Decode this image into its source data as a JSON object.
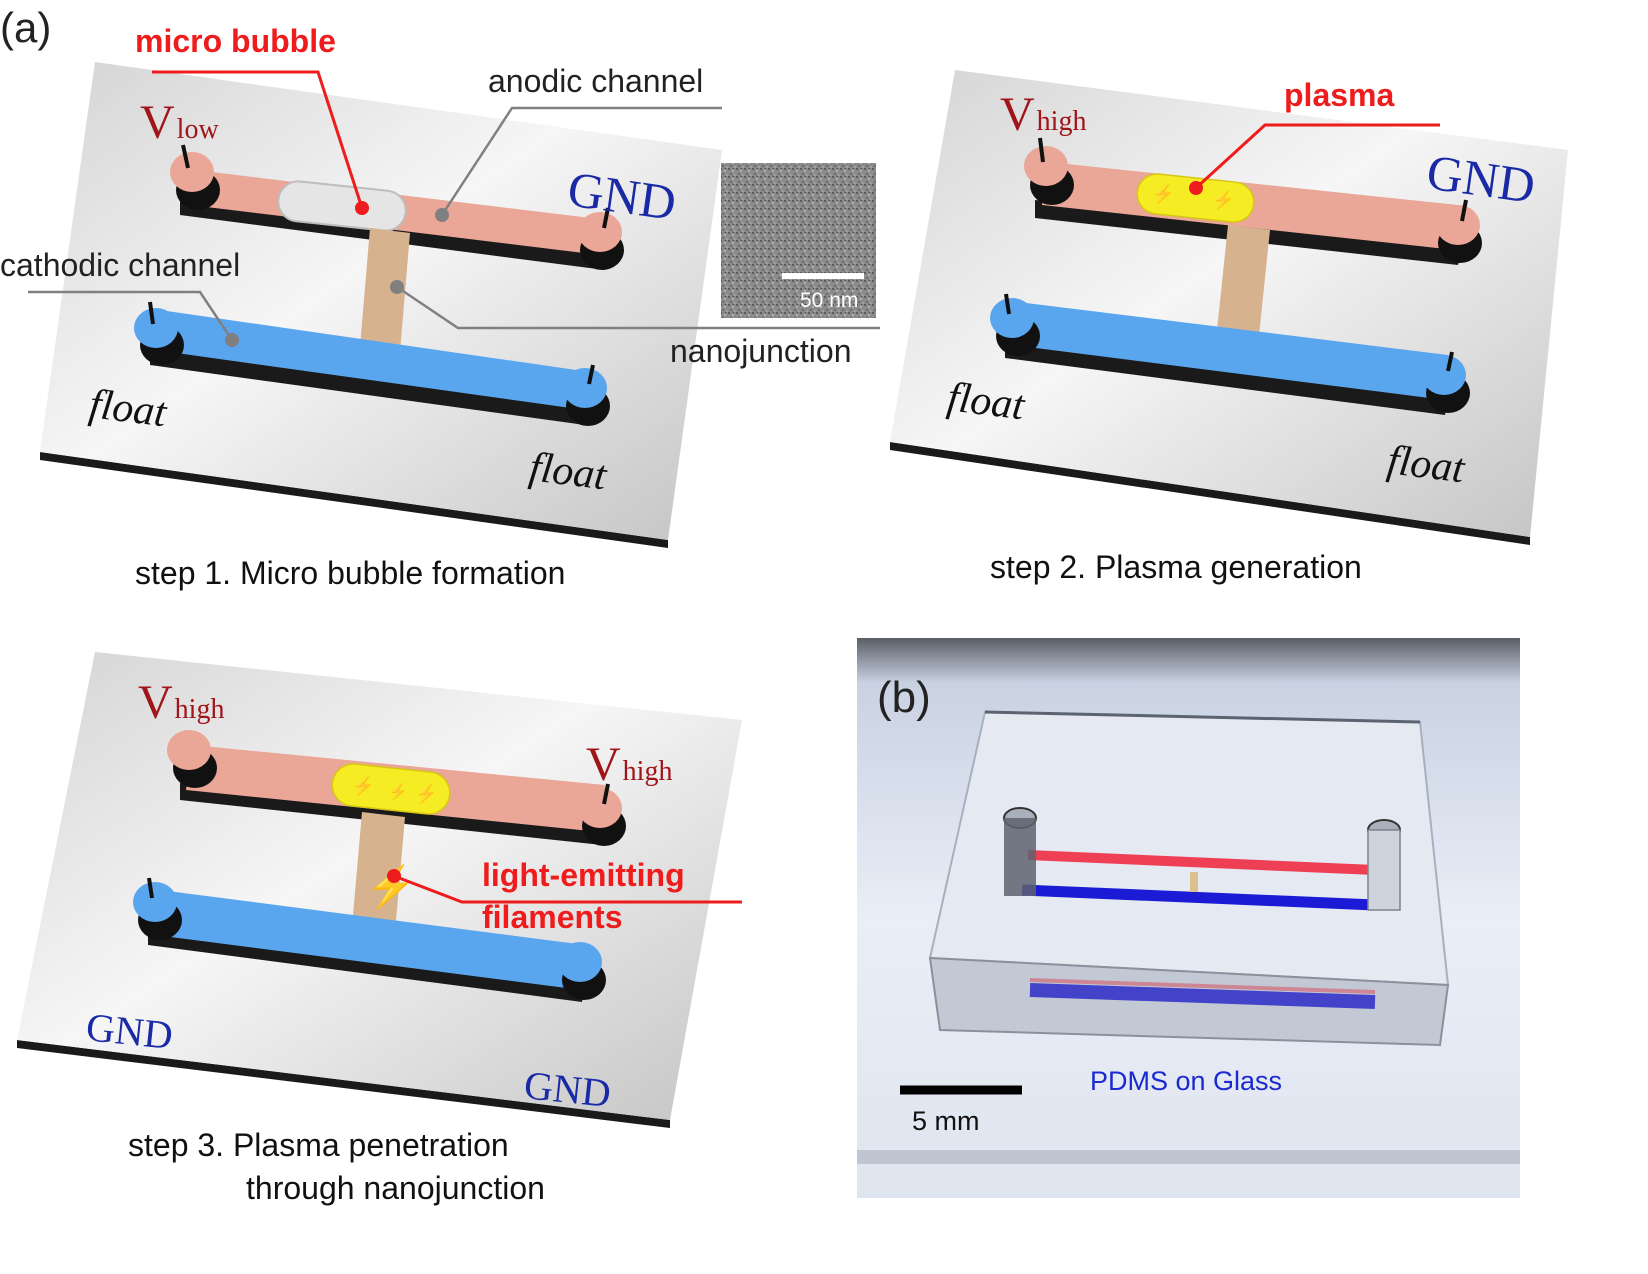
{
  "panel_a_label": "(a)",
  "panel_b_label": "(b)",
  "step1": {
    "caption": "step 1. Micro bubble formation",
    "v_main": "V",
    "v_sub": "low",
    "gnd": "GND",
    "float_left": "float",
    "float_right": "float",
    "micro_bubble": "micro bubble",
    "anodic_channel": "anodic channel",
    "cathodic_channel": "cathodic channel",
    "nanojunction": "nanojunction",
    "scale_bar": "50 nm"
  },
  "step2": {
    "caption": "step 2. Plasma generation",
    "v_main": "V",
    "v_sub": "high",
    "gnd": "GND",
    "float_left": "float",
    "float_right": "float",
    "plasma": "plasma"
  },
  "step3": {
    "caption_line1": "step 3. Plasma penetration",
    "caption_line2": "through nanojunction",
    "v_left_main": "V",
    "v_left_sub": "high",
    "v_right_main": "V",
    "v_right_sub": "high",
    "gnd_left": "GND",
    "gnd_right": "GND",
    "filaments_line1": "light-emitting",
    "filaments_line2": "filaments"
  },
  "photo": {
    "label": "PDMS on Glass",
    "scale_bar": "5 mm"
  },
  "colors": {
    "anodic": "#eaa697",
    "cathodic": "#5aa6ee",
    "nanojunction": "#d7b28f",
    "plasma": "#f5ec24",
    "callout_red": "#ee1c1c",
    "label_blue": "#1a2aa6",
    "label_darkred": "#a0151a"
  }
}
